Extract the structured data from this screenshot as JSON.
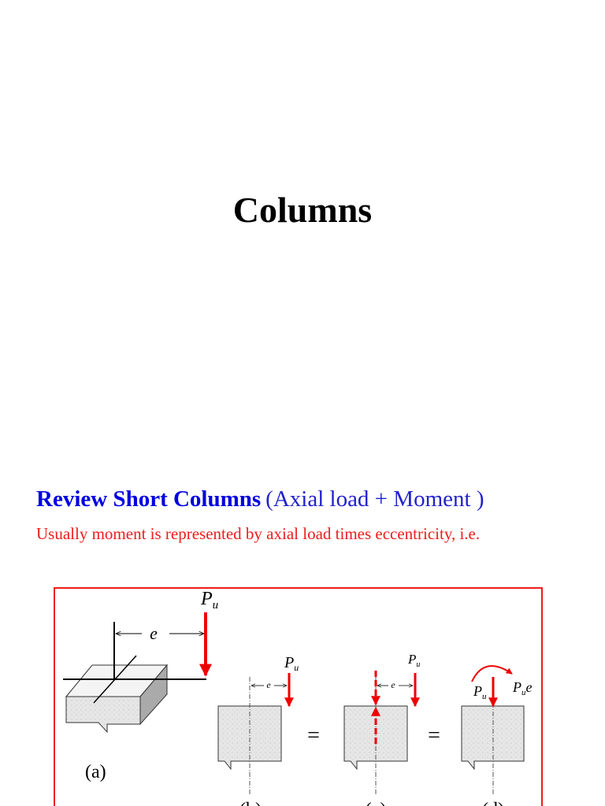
{
  "slide1": {
    "title": "Columns"
  },
  "slide2": {
    "heading": "Review Short Columns",
    "heading_sub": "(Axial load + Moment )",
    "subtitle": "Usually moment is represented by axial load times eccentricity, i.e.",
    "figure": {
      "load_label": "P",
      "load_subscript": "u",
      "eccentricity_label": "e",
      "moment_label": "e",
      "equals": "=",
      "panel_labels": [
        "(a)",
        "(b)",
        "(c)",
        "(d)"
      ],
      "colors": {
        "frame": "#ee1c1c",
        "arrow": "#ee0000",
        "concrete": "#e6e6e6"
      }
    }
  }
}
